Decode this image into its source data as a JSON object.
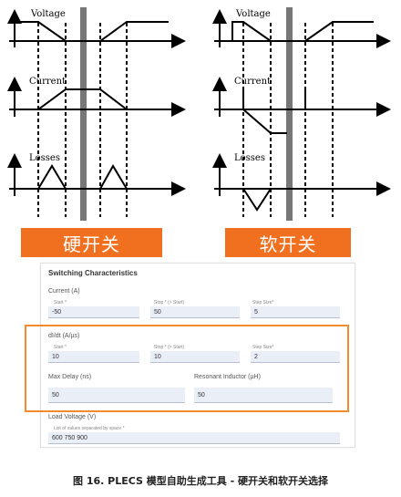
{
  "hard_switch": {
    "voltage_label": "Voltage",
    "current_label": "Current",
    "losses_label": "Losses",
    "button_label": "硬开关"
  },
  "soft_switch": {
    "voltage_label": "Voltage",
    "current_label": "Current",
    "losses_label": "Losses",
    "button_label": "软开关"
  },
  "panel": {
    "title": "Switching Characteristics",
    "current": {
      "label": "Current (A)",
      "start_label": "Start *",
      "start_value": "-50",
      "stop_label": "Stop * (> Start)",
      "stop_value": "50",
      "step_label": "Step Size*",
      "step_value": "5"
    },
    "didt": {
      "label": "dI/dt (A/µs)",
      "start_label": "Start *",
      "start_value": "10",
      "stop_label": "Stop * (> Start)",
      "stop_value": "10",
      "step_label": "Step Size*",
      "step_value": "2"
    },
    "max_delay": {
      "label": "Max Delay (ns)",
      "value": "50"
    },
    "resonant": {
      "label": "Resonant Inductor (µH)",
      "value": "50"
    },
    "load_voltage": {
      "label": "Load Voltage (V)",
      "sub_label": "List of values separated by space *",
      "value": "600 750 900"
    }
  },
  "caption": "图 16. PLECS 模型自助生成工具 - 硬开关和软开关选择",
  "colors": {
    "accent": "#f07020",
    "highlight_border": "#f28a2e",
    "field_bg": "#eaeef7"
  }
}
